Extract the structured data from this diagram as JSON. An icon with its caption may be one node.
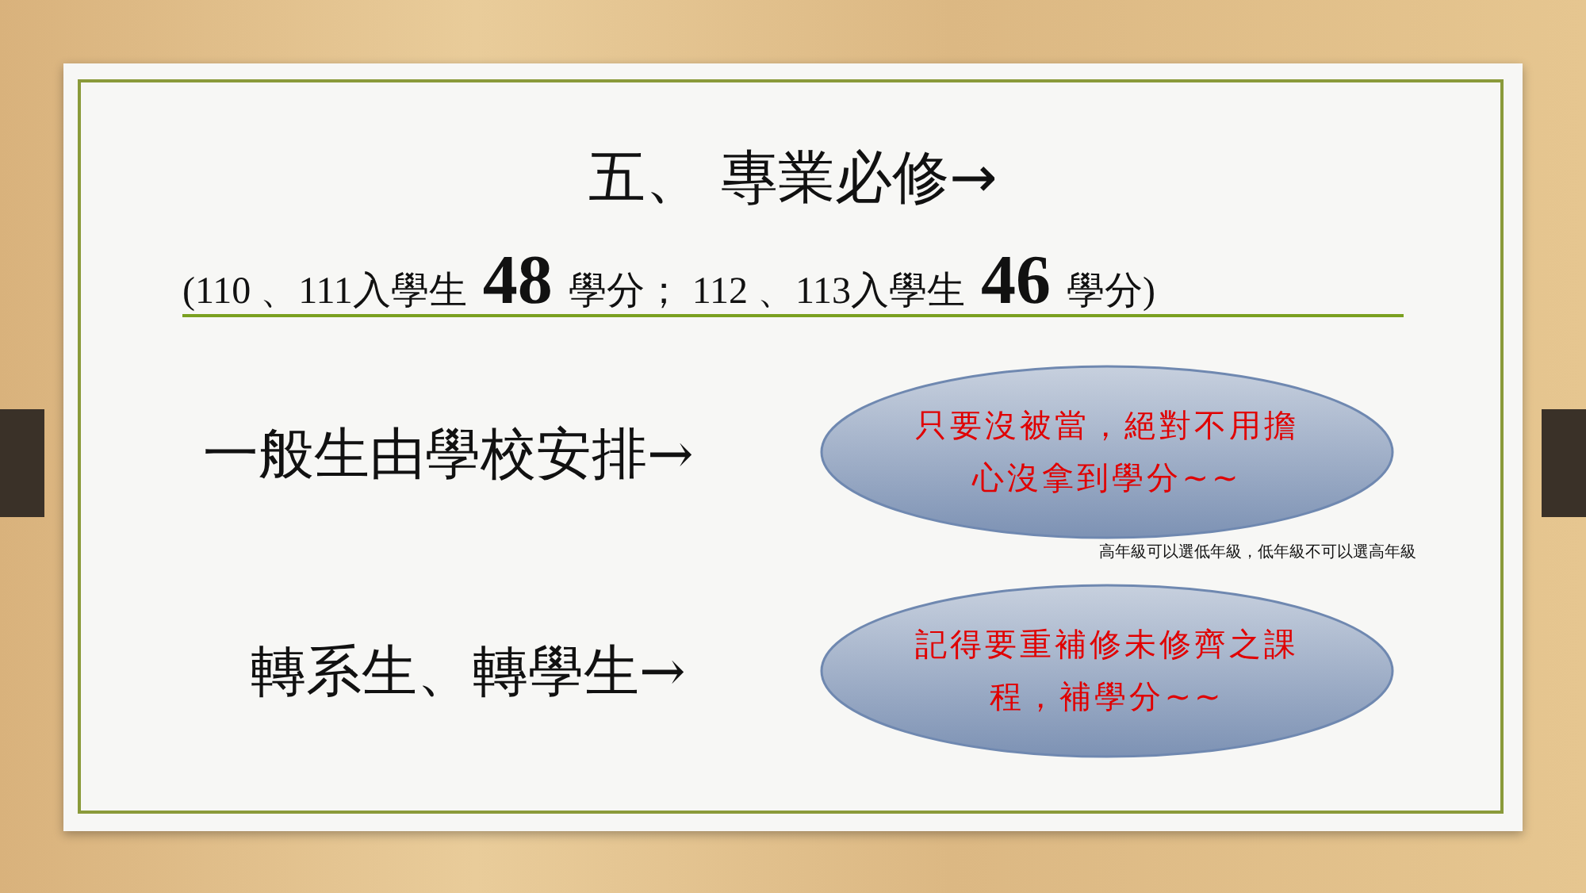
{
  "diagram": {
    "title": "五、 專業必修→",
    "nodes": [
      {
        "text": [
          "只要沒被當，絕對不用擔心沒拿到學分~~"
        ]
      },
      {
        "text": [
          "記得要重補修未修齊之課程，補學分~~"
        ]
      }
    ],
    "labels": [
      "(110 、111入學生**48**學分； 112 、113入學生**46**學分)",
      "一般生由學校安排→",
      "高年級可以選低年級，低年級不可以選高年級",
      "轉系生、轉學生→"
    ]
  }
}
